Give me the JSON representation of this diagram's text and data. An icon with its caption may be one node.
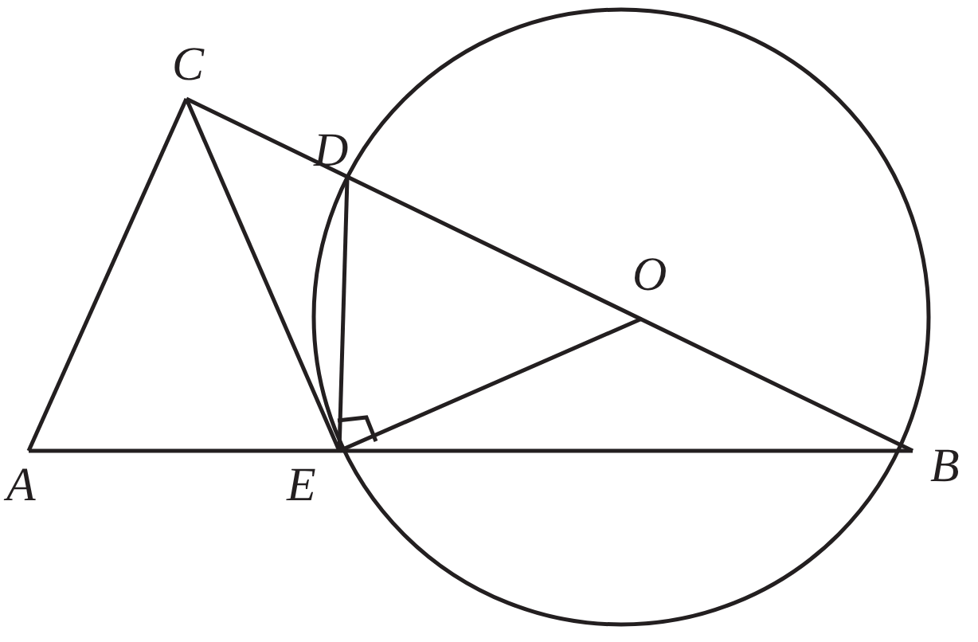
{
  "diagram": {
    "labels": [
      "C",
      "D",
      "O",
      "A",
      "E",
      "B"
    ]
  }
}
